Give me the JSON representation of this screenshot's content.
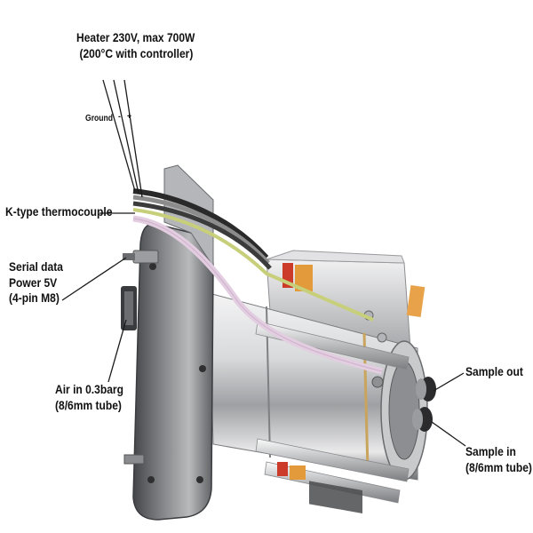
{
  "labels": {
    "heater": [
      "Heater 230V, max 700W",
      "(200°C with controller)"
    ],
    "ground": "Ground",
    "minus": "-",
    "plus": "+",
    "thermocouple": "K-type thermocouple",
    "serial": [
      "Serial data",
      "Power 5V",
      "(4-pin M8)"
    ],
    "air": [
      "Air in 0.3barg",
      "(8/6mm tube)"
    ],
    "sample_out": "Sample out",
    "sample_in": [
      "Sample in",
      "(8/6mm tube)"
    ]
  },
  "colors": {
    "text": "#111111",
    "leader": "#1a1a1a",
    "metal_light": "#e8e8ea",
    "metal_dark": "#5f6062",
    "cable_black": "#2a2a2a",
    "cable_grey": "#8c8c8c",
    "cable_yellow": "#c8cf7a",
    "tube_pink": "#e3cde0",
    "accent_red": "#cc3a2a",
    "accent_orange": "#e39a3a"
  },
  "icons": [
    "heater-assembly-illustration",
    "cable-bundle",
    "sample-fitting"
  ]
}
